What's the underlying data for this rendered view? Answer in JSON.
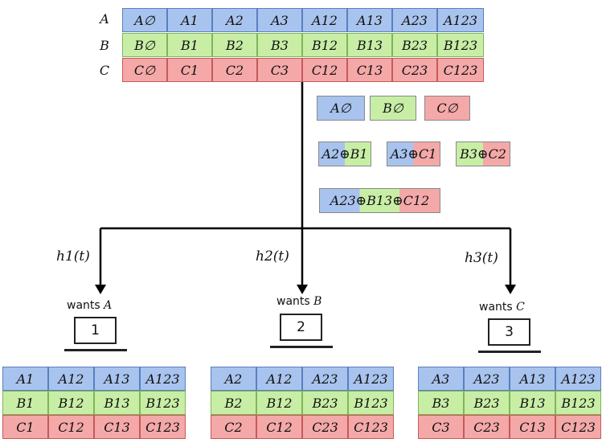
{
  "master": {
    "row_labels": [
      "A",
      "B",
      "C"
    ],
    "rows": [
      [
        "A∅",
        "A1",
        "A2",
        "A3",
        "A12",
        "A13",
        "A23",
        "A123"
      ],
      [
        "B∅",
        "B1",
        "B2",
        "B3",
        "B12",
        "B13",
        "B23",
        "B123"
      ],
      [
        "C∅",
        "C1",
        "C2",
        "C3",
        "C12",
        "C13",
        "C23",
        "C123"
      ]
    ]
  },
  "transmissions": {
    "singles": [
      "A∅",
      "B∅",
      "C∅"
    ],
    "pairs": [
      "A2⊕B1",
      "A3⊕C1",
      "B3⊕C2"
    ],
    "triple": "A23⊕B13⊕C12"
  },
  "channels": [
    "h1(t)",
    "h2(t)",
    "h3(t)"
  ],
  "users": [
    {
      "wants_text": "wants",
      "wants": "A",
      "id": "1",
      "cache": [
        [
          "A1",
          "A12",
          "A13",
          "A123"
        ],
        [
          "B1",
          "B12",
          "B13",
          "B123"
        ],
        [
          "C1",
          "C12",
          "C13",
          "C123"
        ]
      ]
    },
    {
      "wants_text": "wants",
      "wants": "B",
      "id": "2",
      "cache": [
        [
          "A2",
          "A12",
          "A23",
          "A123"
        ],
        [
          "B2",
          "B12",
          "B23",
          "B123"
        ],
        [
          "C2",
          "C12",
          "C23",
          "C123"
        ]
      ]
    },
    {
      "wants_text": "wants",
      "wants": "C",
      "id": "3",
      "cache": [
        [
          "A3",
          "A23",
          "A13",
          "A123"
        ],
        [
          "B3",
          "B23",
          "B13",
          "B123"
        ],
        [
          "C3",
          "C23",
          "C13",
          "C123"
        ]
      ]
    }
  ],
  "colors": {
    "A": "#a8c3ee",
    "B": "#c8eea6",
    "C": "#f4a8a8"
  }
}
